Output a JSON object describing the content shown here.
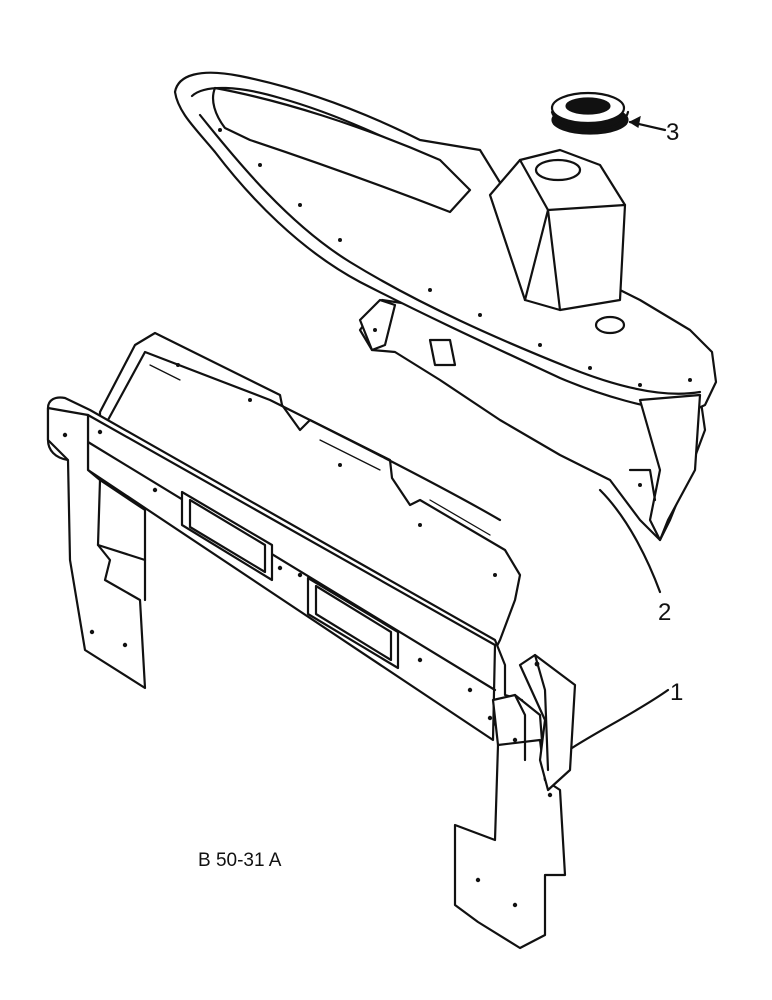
{
  "figure": {
    "reference_code": "B 50-31 A",
    "callouts": [
      {
        "id": "1",
        "label": "1"
      },
      {
        "id": "2",
        "label": "2"
      },
      {
        "id": "3",
        "label": "3"
      }
    ]
  }
}
